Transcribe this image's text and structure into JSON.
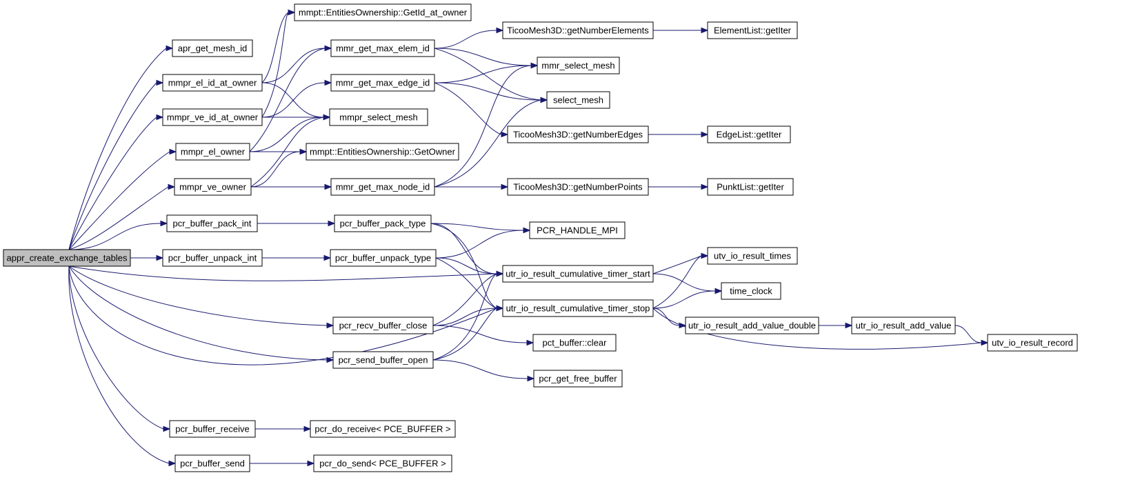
{
  "graph": {
    "root": "appr_create_exchange_tables",
    "colors": {
      "edge": "#191970",
      "node_fill": "#ffffff",
      "root_fill": "#bfbfbf",
      "border": "#000000"
    },
    "nodes": [
      {
        "id": "appr_create_exchange_tables",
        "label": "appr_create_exchange_tables"
      },
      {
        "id": "apr_get_mesh_id",
        "label": "apr_get_mesh_id"
      },
      {
        "id": "mmpr_el_id_at_owner",
        "label": "mmpr_el_id_at_owner"
      },
      {
        "id": "mmpr_ve_id_at_owner",
        "label": "mmpr_ve_id_at_owner"
      },
      {
        "id": "mmpr_el_owner",
        "label": "mmpr_el_owner"
      },
      {
        "id": "mmpr_ve_owner",
        "label": "mmpr_ve_owner"
      },
      {
        "id": "pcr_buffer_pack_int",
        "label": "pcr_buffer_pack_int"
      },
      {
        "id": "pcr_buffer_unpack_int",
        "label": "pcr_buffer_unpack_int"
      },
      {
        "id": "pcr_buffer_receive",
        "label": "pcr_buffer_receive"
      },
      {
        "id": "pcr_buffer_send",
        "label": "pcr_buffer_send"
      },
      {
        "id": "getid_at_owner",
        "label": "mmpt::EntitiesOwnership::GetId_at_owner"
      },
      {
        "id": "mmr_get_max_elem_id",
        "label": "mmr_get_max_elem_id"
      },
      {
        "id": "mmr_get_max_edge_id",
        "label": "mmr_get_max_edge_id"
      },
      {
        "id": "mmpr_select_mesh",
        "label": "mmpr_select_mesh"
      },
      {
        "id": "getowner",
        "label": "mmpt::EntitiesOwnership::GetOwner"
      },
      {
        "id": "mmr_get_max_node_id",
        "label": "mmr_get_max_node_id"
      },
      {
        "id": "pcr_buffer_pack_type",
        "label": "pcr_buffer_pack_type"
      },
      {
        "id": "pcr_buffer_unpack_type",
        "label": "pcr_buffer_unpack_type"
      },
      {
        "id": "pcr_recv_buffer_close",
        "label": "pcr_recv_buffer_close"
      },
      {
        "id": "pcr_send_buffer_open",
        "label": "pcr_send_buffer_open"
      },
      {
        "id": "pcr_do_receive",
        "label": "pcr_do_receive< PCE_BUFFER >"
      },
      {
        "id": "pcr_do_send",
        "label": "pcr_do_send< PCE_BUFFER >"
      },
      {
        "id": "getnumberelements",
        "label": "TicooMesh3D::getNumberElements"
      },
      {
        "id": "mmr_select_mesh",
        "label": "mmr_select_mesh"
      },
      {
        "id": "select_mesh",
        "label": "select_mesh"
      },
      {
        "id": "getnumberedges",
        "label": "TicooMesh3D::getNumberEdges"
      },
      {
        "id": "getnumberpoints",
        "label": "TicooMesh3D::getNumberPoints"
      },
      {
        "id": "pcr_handle_mpi",
        "label": "PCR_HANDLE_MPI"
      },
      {
        "id": "timer_start",
        "label": "utr_io_result_cumulative_timer_start"
      },
      {
        "id": "timer_stop",
        "label": "utr_io_result_cumulative_timer_stop"
      },
      {
        "id": "pct_buffer_clear",
        "label": "pct_buffer::clear"
      },
      {
        "id": "pcr_get_free_buffer",
        "label": "pcr_get_free_buffer"
      },
      {
        "id": "elementlist_getiter",
        "label": "ElementList::getIter"
      },
      {
        "id": "edgelist_getiter",
        "label": "EdgeList::getIter"
      },
      {
        "id": "punktlist_getiter",
        "label": "PunktList::getIter"
      },
      {
        "id": "utv_io_result_times",
        "label": "utv_io_result_times"
      },
      {
        "id": "time_clock",
        "label": "time_clock"
      },
      {
        "id": "add_value_double",
        "label": "utr_io_result_add_value_double"
      },
      {
        "id": "add_value",
        "label": "utr_io_result_add_value"
      },
      {
        "id": "utv_io_result_record",
        "label": "utv_io_result_record"
      }
    ],
    "edges": [
      [
        "appr_create_exchange_tables",
        "apr_get_mesh_id"
      ],
      [
        "appr_create_exchange_tables",
        "mmpr_el_id_at_owner"
      ],
      [
        "appr_create_exchange_tables",
        "mmpr_ve_id_at_owner"
      ],
      [
        "appr_create_exchange_tables",
        "mmpr_el_owner"
      ],
      [
        "appr_create_exchange_tables",
        "mmpr_ve_owner"
      ],
      [
        "appr_create_exchange_tables",
        "pcr_buffer_pack_int"
      ],
      [
        "appr_create_exchange_tables",
        "pcr_buffer_unpack_int"
      ],
      [
        "appr_create_exchange_tables",
        "timer_start"
      ],
      [
        "appr_create_exchange_tables",
        "pcr_recv_buffer_close"
      ],
      [
        "appr_create_exchange_tables",
        "pcr_send_buffer_open"
      ],
      [
        "appr_create_exchange_tables",
        "timer_stop"
      ],
      [
        "appr_create_exchange_tables",
        "pcr_buffer_receive"
      ],
      [
        "appr_create_exchange_tables",
        "pcr_buffer_send"
      ],
      [
        "mmpr_el_id_at_owner",
        "getid_at_owner"
      ],
      [
        "mmpr_el_id_at_owner",
        "mmr_get_max_elem_id"
      ],
      [
        "mmpr_el_id_at_owner",
        "mmpr_select_mesh"
      ],
      [
        "mmpr_ve_id_at_owner",
        "getid_at_owner"
      ],
      [
        "mmpr_ve_id_at_owner",
        "mmr_get_max_edge_id"
      ],
      [
        "mmpr_ve_id_at_owner",
        "mmpr_select_mesh"
      ],
      [
        "mmpr_el_owner",
        "mmr_get_max_elem_id"
      ],
      [
        "mmpr_el_owner",
        "mmpr_select_mesh"
      ],
      [
        "mmpr_el_owner",
        "getowner"
      ],
      [
        "mmpr_ve_owner",
        "mmpr_select_mesh"
      ],
      [
        "mmpr_ve_owner",
        "getowner"
      ],
      [
        "mmpr_ve_owner",
        "mmr_get_max_node_id"
      ],
      [
        "pcr_buffer_pack_int",
        "pcr_buffer_pack_type"
      ],
      [
        "pcr_buffer_unpack_int",
        "pcr_buffer_unpack_type"
      ],
      [
        "pcr_buffer_receive",
        "pcr_do_receive"
      ],
      [
        "pcr_buffer_send",
        "pcr_do_send"
      ],
      [
        "mmr_get_max_elem_id",
        "getnumberelements"
      ],
      [
        "mmr_get_max_elem_id",
        "mmr_select_mesh"
      ],
      [
        "mmr_get_max_elem_id",
        "select_mesh"
      ],
      [
        "mmr_get_max_edge_id",
        "mmr_select_mesh"
      ],
      [
        "mmr_get_max_edge_id",
        "select_mesh"
      ],
      [
        "mmr_get_max_edge_id",
        "getnumberedges"
      ],
      [
        "mmr_get_max_node_id",
        "mmr_select_mesh"
      ],
      [
        "mmr_get_max_node_id",
        "select_mesh"
      ],
      [
        "mmr_get_max_node_id",
        "getnumberpoints"
      ],
      [
        "getnumberelements",
        "elementlist_getiter"
      ],
      [
        "getnumberedges",
        "edgelist_getiter"
      ],
      [
        "getnumberpoints",
        "punktlist_getiter"
      ],
      [
        "pcr_buffer_pack_type",
        "pcr_handle_mpi"
      ],
      [
        "pcr_buffer_pack_type",
        "timer_start"
      ],
      [
        "pcr_buffer_pack_type",
        "timer_stop"
      ],
      [
        "pcr_buffer_unpack_type",
        "pcr_handle_mpi"
      ],
      [
        "pcr_buffer_unpack_type",
        "timer_start"
      ],
      [
        "pcr_buffer_unpack_type",
        "timer_stop"
      ],
      [
        "pcr_recv_buffer_close",
        "timer_start"
      ],
      [
        "pcr_recv_buffer_close",
        "timer_stop"
      ],
      [
        "pcr_recv_buffer_close",
        "pct_buffer_clear"
      ],
      [
        "pcr_send_buffer_open",
        "timer_start"
      ],
      [
        "pcr_send_buffer_open",
        "timer_stop"
      ],
      [
        "pcr_send_buffer_open",
        "pcr_get_free_buffer"
      ],
      [
        "timer_start",
        "utv_io_result_times"
      ],
      [
        "timer_start",
        "time_clock"
      ],
      [
        "timer_stop",
        "utv_io_result_times"
      ],
      [
        "timer_stop",
        "time_clock"
      ],
      [
        "timer_stop",
        "add_value_double"
      ],
      [
        "timer_stop",
        "utv_io_result_record"
      ],
      [
        "add_value_double",
        "add_value"
      ],
      [
        "add_value",
        "utv_io_result_record"
      ]
    ]
  }
}
